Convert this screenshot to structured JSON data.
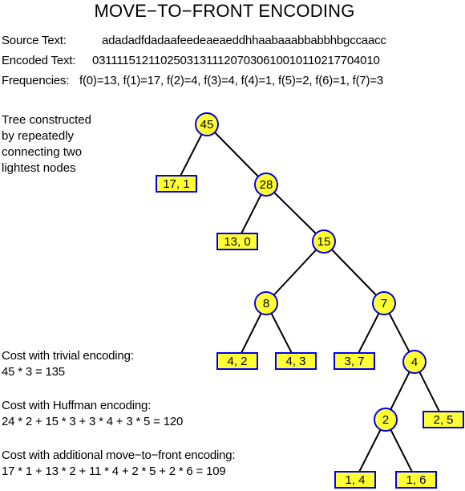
{
  "title": "MOVE−TO−FRONT ENCODING",
  "source": {
    "label": "Source Text:",
    "value": "adadadfdadaafeedeaeaeddhhaabaaabbabbhbgccaacc"
  },
  "encoded": {
    "label": "Encoded Text:",
    "value": "031111512110250313111207030610010110217704010"
  },
  "frequencies": {
    "label": "Frequencies:",
    "value": "f(0)=13, f(1)=17, f(2)=4, f(3)=4, f(4)=1, f(5)=2, f(6)=1, f(7)=3"
  },
  "tree_note": [
    "Tree constructed",
    "by repeatedly",
    "connecting two",
    "lightest nodes"
  ],
  "costs": [
    {
      "label": "Cost with trivial encoding:",
      "formula": "45 * 3 = 135"
    },
    {
      "label": "Cost with Huffman encoding:",
      "formula": "24 * 2 + 15 * 3 + 3 * 4 + 3 * 5 = 120"
    },
    {
      "label": "Cost with additional move−to−front encoding:",
      "formula": "17 * 1 + 13 * 2 + 11 * 4 + 2 * 5 + 2 * 6 = 109"
    }
  ],
  "colors": {
    "node_fill": "#ffff33",
    "node_stroke": "#0000ee",
    "edge": "#000000"
  },
  "tree": {
    "internal": [
      {
        "id": "n45",
        "label": "45"
      },
      {
        "id": "n28",
        "label": "28"
      },
      {
        "id": "n15",
        "label": "15"
      },
      {
        "id": "n8",
        "label": "8"
      },
      {
        "id": "n7",
        "label": "7"
      },
      {
        "id": "n4",
        "label": "4"
      },
      {
        "id": "n2",
        "label": "2"
      }
    ],
    "leaves": [
      {
        "id": "l17_1",
        "label": "17, 1"
      },
      {
        "id": "l13_0",
        "label": "13, 0"
      },
      {
        "id": "l4_2",
        "label": "4, 2"
      },
      {
        "id": "l4_3",
        "label": "4, 3"
      },
      {
        "id": "l3_7",
        "label": "3, 7"
      },
      {
        "id": "l2_5",
        "label": "2, 5"
      },
      {
        "id": "l1_4",
        "label": "1, 4"
      },
      {
        "id": "l1_6",
        "label": "1, 6"
      }
    ],
    "edges": [
      [
        "n45",
        "l17_1"
      ],
      [
        "n45",
        "n28"
      ],
      [
        "n28",
        "l13_0"
      ],
      [
        "n28",
        "n15"
      ],
      [
        "n15",
        "n8"
      ],
      [
        "n15",
        "n7"
      ],
      [
        "n8",
        "l4_2"
      ],
      [
        "n8",
        "l4_3"
      ],
      [
        "n7",
        "l3_7"
      ],
      [
        "n7",
        "n4"
      ],
      [
        "n4",
        "n2"
      ],
      [
        "n4",
        "l2_5"
      ],
      [
        "n2",
        "l1_4"
      ],
      [
        "n2",
        "l1_6"
      ]
    ]
  }
}
